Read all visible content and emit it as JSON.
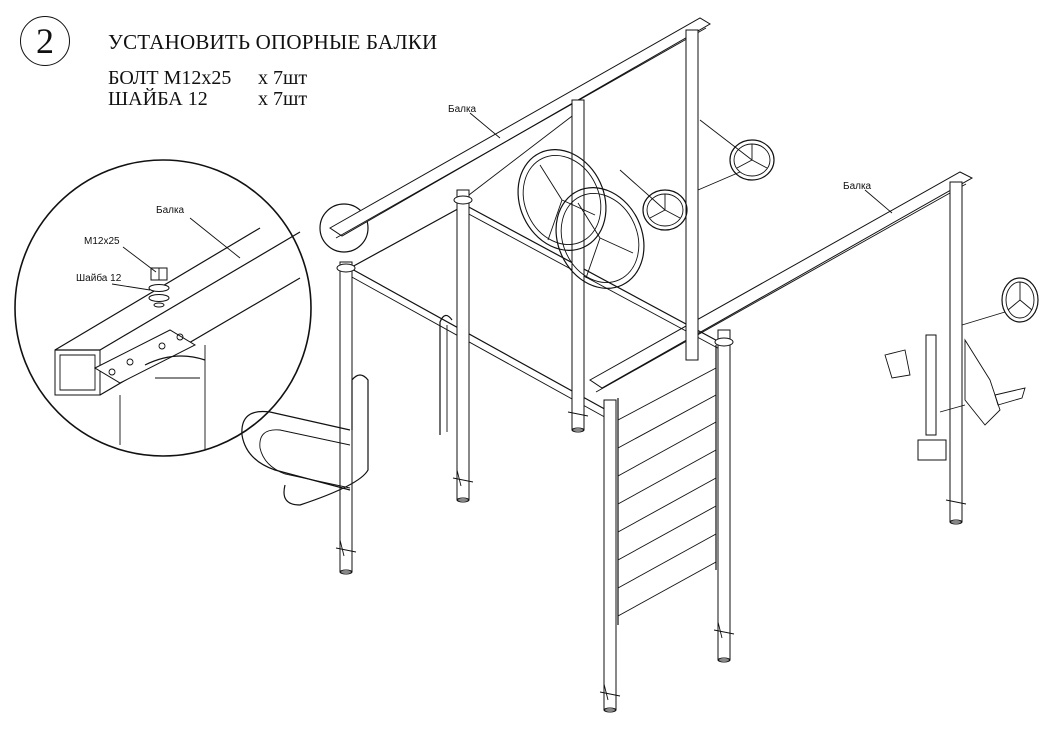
{
  "step": {
    "number": "2"
  },
  "title": "УСТАНОВИТЬ ОПОРНЫЕ БАЛКИ",
  "parts": [
    {
      "name": "БОЛТ М12х25",
      "qty": "х 7шт"
    },
    {
      "name": "ШАЙБА 12",
      "qty": "х 7шт"
    }
  ],
  "callouts": {
    "beam_main_1": "Балка",
    "beam_main_2": "Балка",
    "detail_beam": "Балка",
    "detail_bolt": "М12х25",
    "detail_washer": "Шайба 12"
  }
}
